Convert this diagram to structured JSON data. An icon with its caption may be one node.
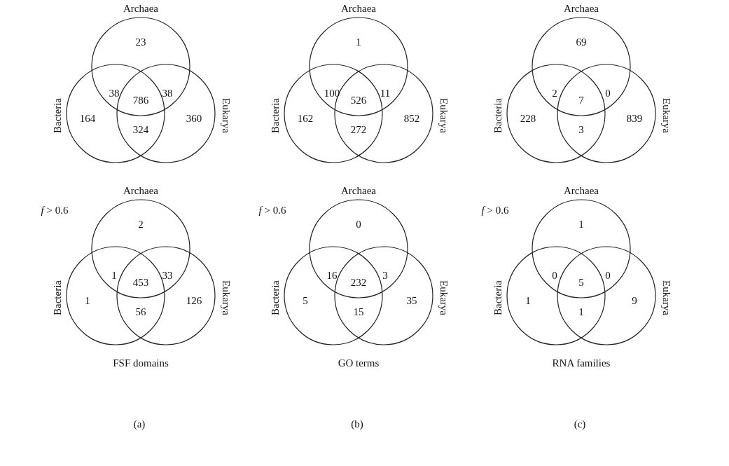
{
  "diagram": {
    "nodes": [
      {
        "text": [
          "Archaea"
        ]
      },
      {
        "text": [
          "Bacteria"
        ]
      },
      {
        "text": [
          "Eukarya"
        ]
      },
      {
        "text": [
          "Archaea"
        ]
      },
      {
        "text": [
          "Bacteria"
        ]
      },
      {
        "text": [
          "Eukarya"
        ]
      },
      {
        "text": [
          "Archaea"
        ]
      },
      {
        "text": [
          "Bacteria"
        ]
      },
      {
        "text": [
          "Eukarya"
        ]
      },
      {
        "text": [
          "Archaea"
        ]
      },
      {
        "text": [
          "Bacteria"
        ]
      },
      {
        "text": [
          "Eukarya"
        ]
      },
      {
        "text": [
          "Archaea"
        ]
      },
      {
        "text": [
          "Bacteria"
        ]
      },
      {
        "text": [
          "Eukarya"
        ]
      },
      {
        "text": [
          "Archaea"
        ]
      },
      {
        "text": [
          "Bacteria"
        ]
      },
      {
        "text": [
          "Eukarya"
        ]
      }
    ],
    "labels": [
      "23",
      "38",
      "38",
      "786",
      "164",
      "360",
      "324",
      "1",
      "100",
      "11",
      "526",
      "162",
      "852",
      "272",
      "69",
      "2",
      "0",
      "7",
      "228",
      "839",
      "3",
      "*f* > 0.6",
      "2",
      "1",
      "33",
      "453",
      "1",
      "126",
      "56",
      "FSF domains",
      "*f* > 0.6",
      "0",
      "16",
      "3",
      "232",
      "5",
      "35",
      "15",
      "GO terms",
      "*f* > 0.6",
      "1",
      "0",
      "0",
      "5",
      "1",
      "9",
      "1",
      "RNA families",
      "(a)",
      "(b)",
      "(c)"
    ]
  }
}
